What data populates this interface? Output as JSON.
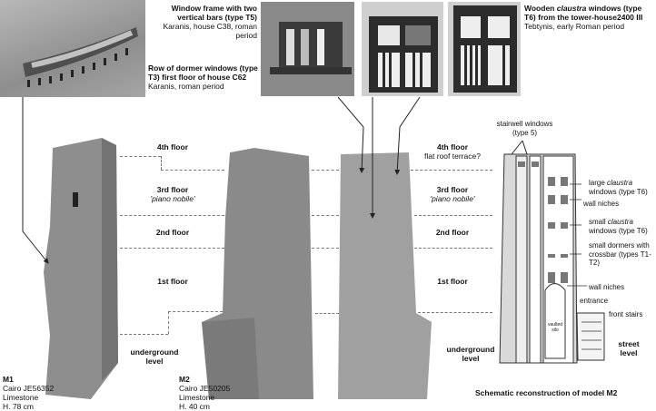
{
  "insets": {
    "dormer_row": {
      "title": "Row of dormer windows (type T3) first floor of house C62",
      "subtitle": "Karanis, roman period"
    },
    "window_frame": {
      "title": "Window frame with two vertical bars (type T5)",
      "subtitle": "Karanis, house C38, roman period"
    },
    "claustra": {
      "title_pre": "Wooden ",
      "title_italic": "claustra",
      "title_post": " windows (type T6) from the tower-house2400 III",
      "subtitle": "Tebtynis, early Roman period"
    }
  },
  "floors_left": [
    {
      "label": "4th floor",
      "sub": ""
    },
    {
      "label": "3rd floor",
      "sub": "'piano nobile'"
    },
    {
      "label": "2nd floor",
      "sub": ""
    },
    {
      "label": "1st floor",
      "sub": ""
    },
    {
      "label": "underground level",
      "sub": ""
    }
  ],
  "floors_right": [
    {
      "label": "4th floor",
      "sub": "flat roof terrace?"
    },
    {
      "label": "3rd floor",
      "sub": "'piano nobile'"
    },
    {
      "label": "2nd floor",
      "sub": ""
    },
    {
      "label": "1st floor",
      "sub": ""
    },
    {
      "label": "underground level",
      "sub": ""
    }
  ],
  "models": [
    {
      "id": "M1",
      "museum": "Cairo JE56352",
      "material": "Limestone",
      "height": "H. 78 cm"
    },
    {
      "id": "M2",
      "museum": "Cairo JE50205",
      "material": "Limestone",
      "height": "H. 40 cm"
    }
  ],
  "schematic": {
    "title": "Schematic reconstruction of model M2",
    "labels": {
      "stairwell": "stairwell windows (type 5)",
      "large_claustra_pre": "large ",
      "large_claustra_it": "claustra",
      "large_claustra_post": " windows (type T6)",
      "wall_niches_1": "wall niches",
      "small_claustra_pre": "small ",
      "small_claustra_it": "claustra",
      "small_claustra_post": " windows (type T6)",
      "small_dormers": "small dormers with crossbar (types T1-T2)",
      "wall_niches_2": "wall niches",
      "entrance": "entrance",
      "front_stairs": "front stairs",
      "vaulted_silo": "vaulted silo",
      "street_level": "street level"
    }
  },
  "colors": {
    "background": "#ffffff",
    "stone": "#8c8c8c",
    "schematic_fill": "#d9d9d9",
    "dash": "#777777"
  }
}
